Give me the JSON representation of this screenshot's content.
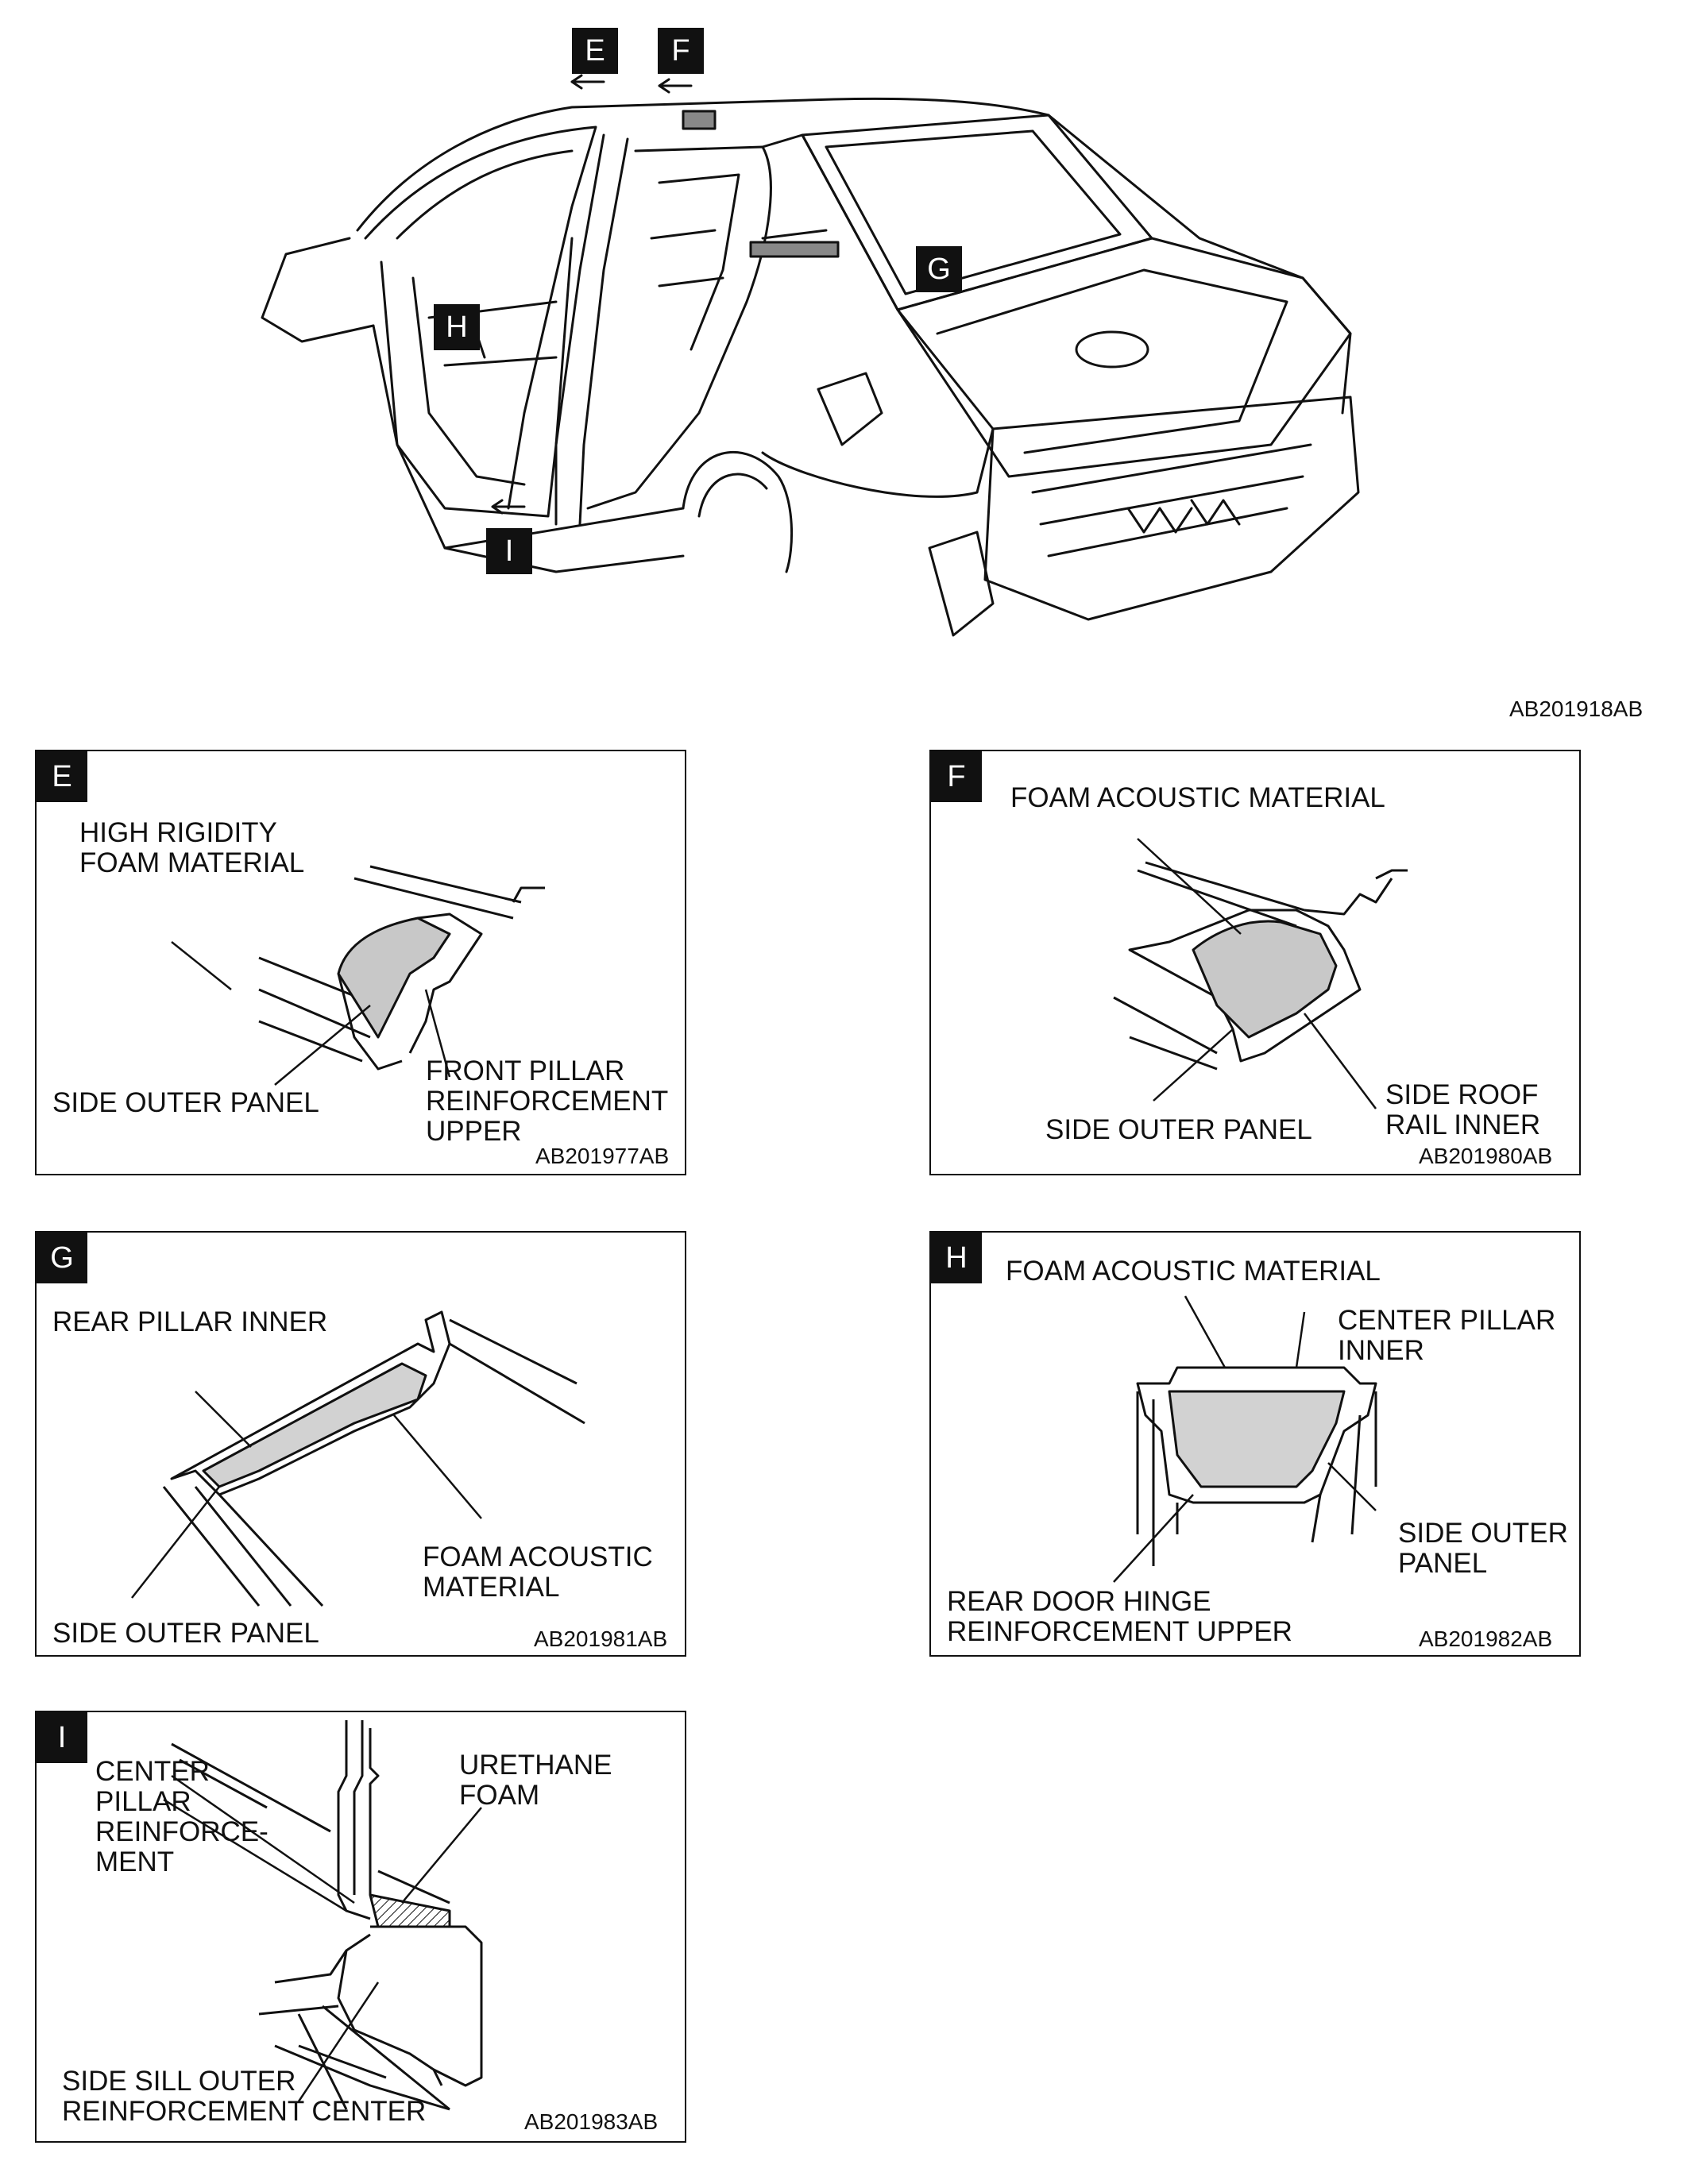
{
  "main": {
    "callouts": [
      "E",
      "F",
      "G",
      "H",
      "I"
    ],
    "figure_ref": "AB201918AB"
  },
  "panels": {
    "E": {
      "tag": "E",
      "labels": [
        "HIGH RIGIDITY",
        "FOAM MATERIAL",
        "SIDE OUTER PANEL",
        "FRONT PILLAR",
        "REINFORCEMENT",
        "UPPER"
      ],
      "ref": "AB201977AB"
    },
    "F": {
      "tag": "F",
      "labels": [
        "FOAM ACOUSTIC MATERIAL",
        "SIDE ROOF",
        "RAIL INNER",
        "SIDE OUTER PANEL"
      ],
      "ref": "AB201980AB"
    },
    "G": {
      "tag": "G",
      "labels": [
        "REAR PILLAR INNER",
        "FOAM ACOUSTIC",
        "MATERIAL",
        "SIDE OUTER PANEL"
      ],
      "ref": "AB201981AB"
    },
    "H": {
      "tag": "H",
      "labels": [
        "FOAM ACOUSTIC MATERIAL",
        "CENTER PILLAR",
        "INNER",
        "SIDE OUTER",
        "PANEL",
        "REAR DOOR HINGE",
        "REINFORCEMENT UPPER"
      ],
      "ref": "AB201982AB"
    },
    "I": {
      "tag": "I",
      "labels": [
        "CENTER",
        "PILLAR",
        "REINFORCE-",
        "MENT",
        "URETHANE",
        "FOAM",
        "SIDE SILL OUTER",
        "REINFORCEMENT CENTER"
      ],
      "ref": "AB201983AB"
    }
  }
}
